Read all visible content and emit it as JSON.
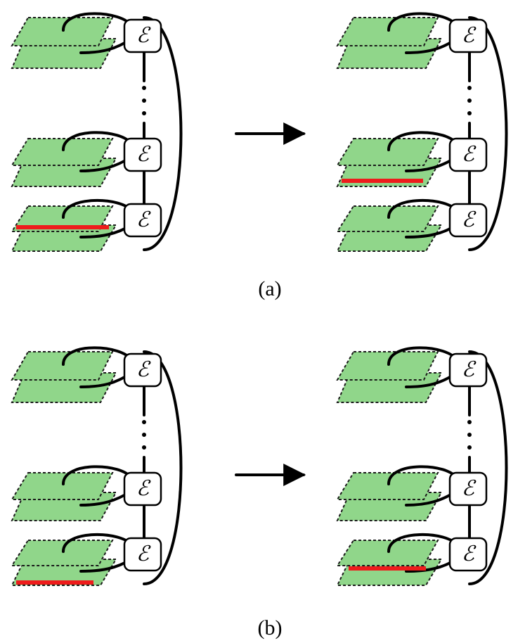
{
  "node_label": "ℰ",
  "captions": {
    "a": "(a)",
    "b": "(b)"
  },
  "colors": {
    "sheet": "#90d68a",
    "highlight": "#ee1c1c",
    "line": "#000000"
  }
}
